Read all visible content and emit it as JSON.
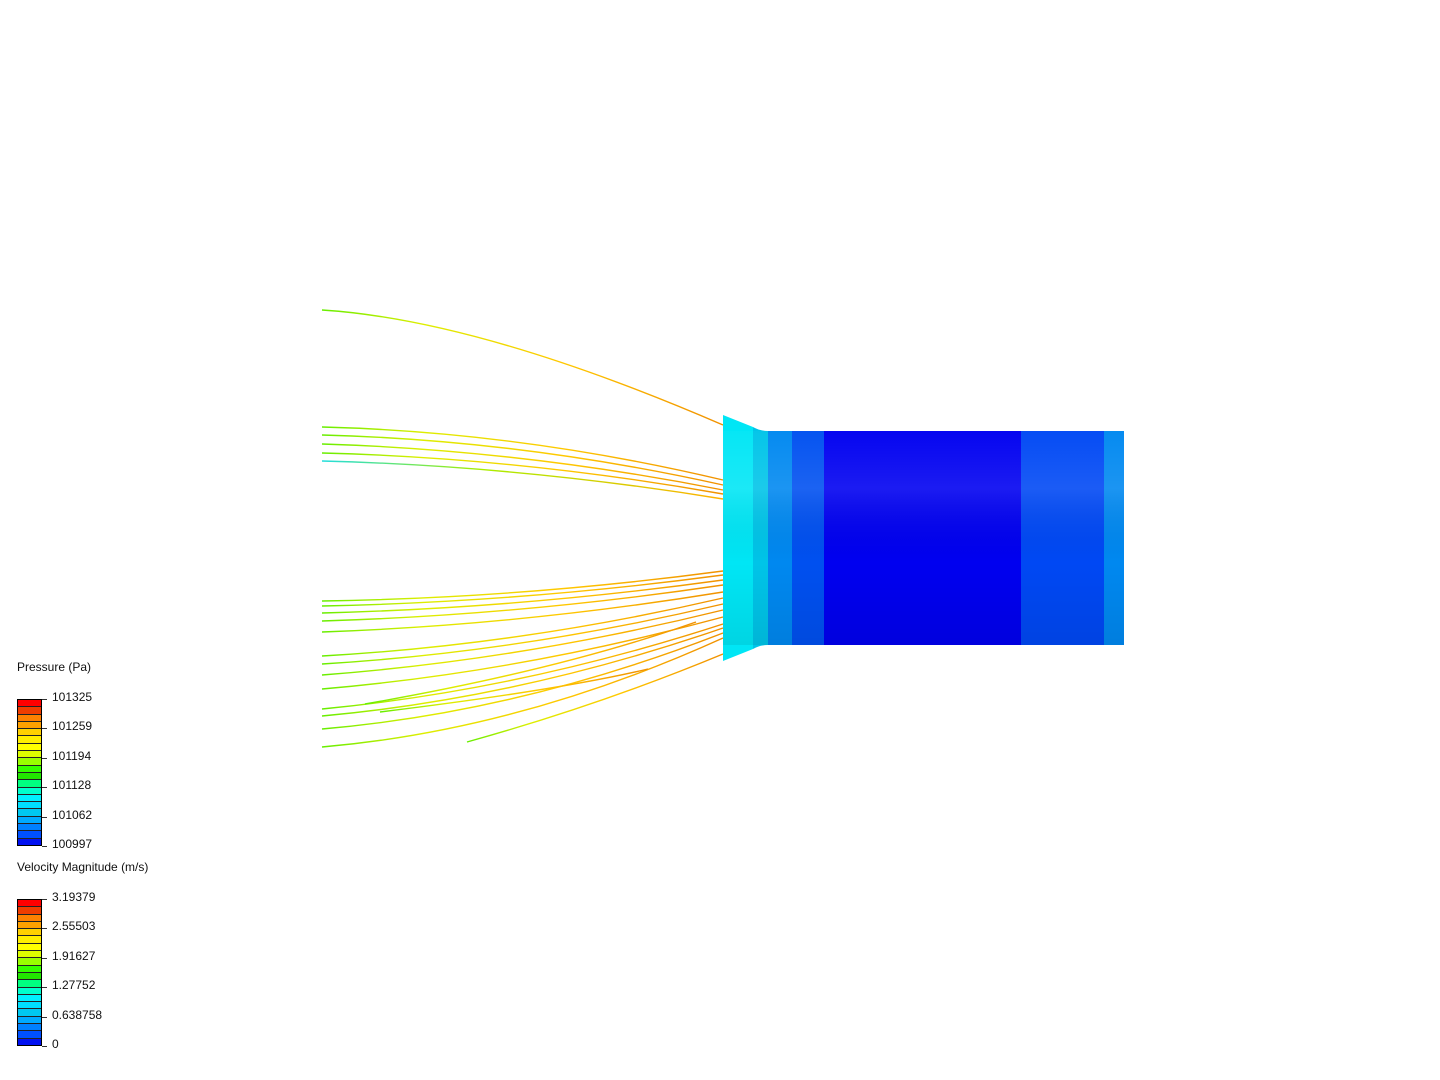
{
  "legends": [
    {
      "title": "Pressure (Pa)",
      "labels": [
        "101325",
        "101259",
        "101194",
        "101128",
        "101062",
        "100997"
      ]
    },
    {
      "title": "Velocity Magnitude (m/s)",
      "labels": [
        "3.19379",
        "2.55503",
        "1.91627",
        "1.27752",
        "0.638758",
        "0"
      ]
    }
  ],
  "colormap": [
    "#ff0000",
    "#f03c00",
    "#ff8000",
    "#ffa000",
    "#ffd000",
    "#ffee00",
    "#ffff00",
    "#ddff00",
    "#99ff00",
    "#33ff00",
    "#22e600",
    "#00ff80",
    "#00ffcc",
    "#00f0ff",
    "#00e0ff",
    "#00c8f0",
    "#00aaff",
    "#0080ff",
    "#0050ff",
    "#0010f0"
  ]
}
